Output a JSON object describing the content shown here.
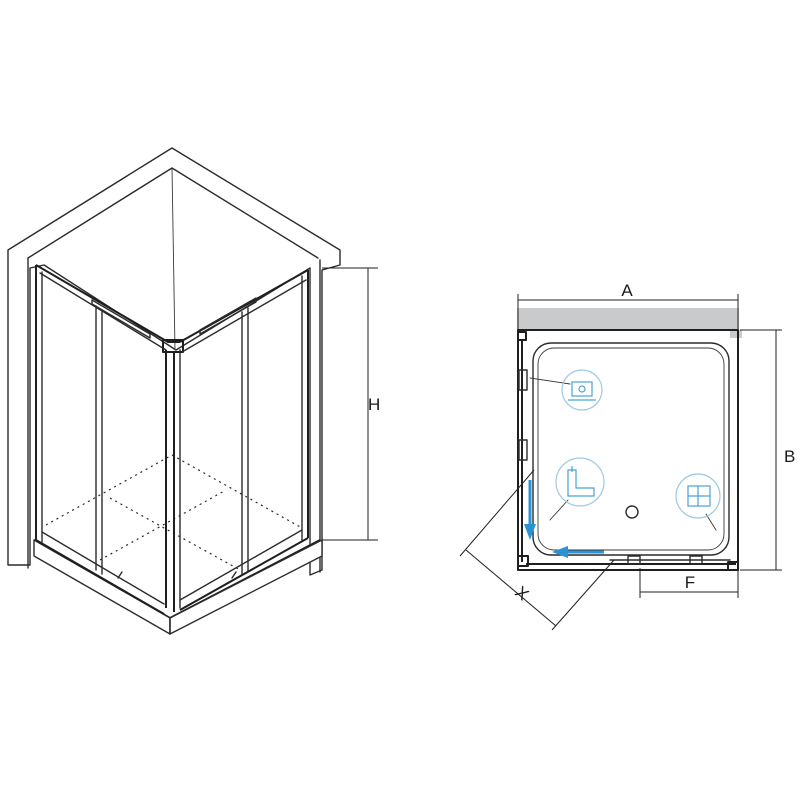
{
  "labels": {
    "height": "H",
    "width": "A",
    "depth": "B",
    "entry": "X",
    "door": "F"
  },
  "colors": {
    "line": "#2b2b2b",
    "wall_gray": "#c9cacc",
    "accent_blue": "#2a93d5",
    "icon_blue": "#9ec9e2"
  },
  "icons": [
    "shower-tray-icon",
    "corner-profile-icon",
    "door-panel-icon"
  ]
}
